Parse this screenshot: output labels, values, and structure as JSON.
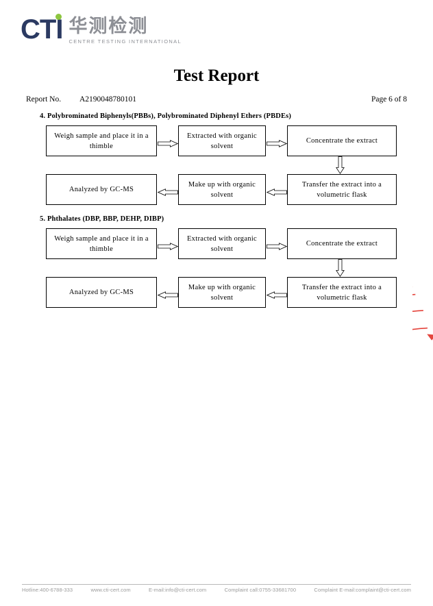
{
  "header": {
    "logo": {
      "mark_text": "CTI",
      "chinese_name": "华测检测",
      "tagline": "CENTRE TESTING INTERNATIONAL",
      "mark_color": "#2b3a62",
      "dot_color": "#8dc63f",
      "text_color": "#8d8f95"
    },
    "title": "Test Report",
    "report_no_label": "Report No.",
    "report_no_value": "A2190048780101",
    "page_indicator": "Page 6 of 8"
  },
  "sections": [
    {
      "heading": "4. Polybrominated Biphenyls(PBBs), Polybrominated Diphenyl Ethers (PBDEs)",
      "flow": {
        "row_top": [
          "Weigh sample and place it in a thimble",
          "Extracted with organic solvent",
          "Concentrate the extract"
        ],
        "row_bottom": [
          "Analyzed by GC-MS",
          "Make up with organic solvent",
          "Transfer the extract into a volumetric flask"
        ]
      }
    },
    {
      "heading": "5. Phthalates (DBP, BBP, DEHP, DIBP)",
      "flow": {
        "row_top": [
          "Weigh sample and place it in a thimble",
          "Extracted with organic solvent",
          "Concentrate the extract"
        ],
        "row_bottom": [
          "Analyzed by GC-MS",
          "Make up with organic solvent",
          "Transfer the extract into a volumetric flask"
        ]
      }
    }
  ],
  "stamp": {
    "color": "#e2322a"
  },
  "footer": {
    "hotline": "Hotline:400-6788-333",
    "website": "www.cti-cert.com",
    "email": "E-mail:info@cti-cert.com",
    "complaint_call": "Complaint call:0755-33681700",
    "complaint_email": "Complaint E-mail:complaint@cti-cert.com",
    "text_color": "#9a9a9a"
  }
}
